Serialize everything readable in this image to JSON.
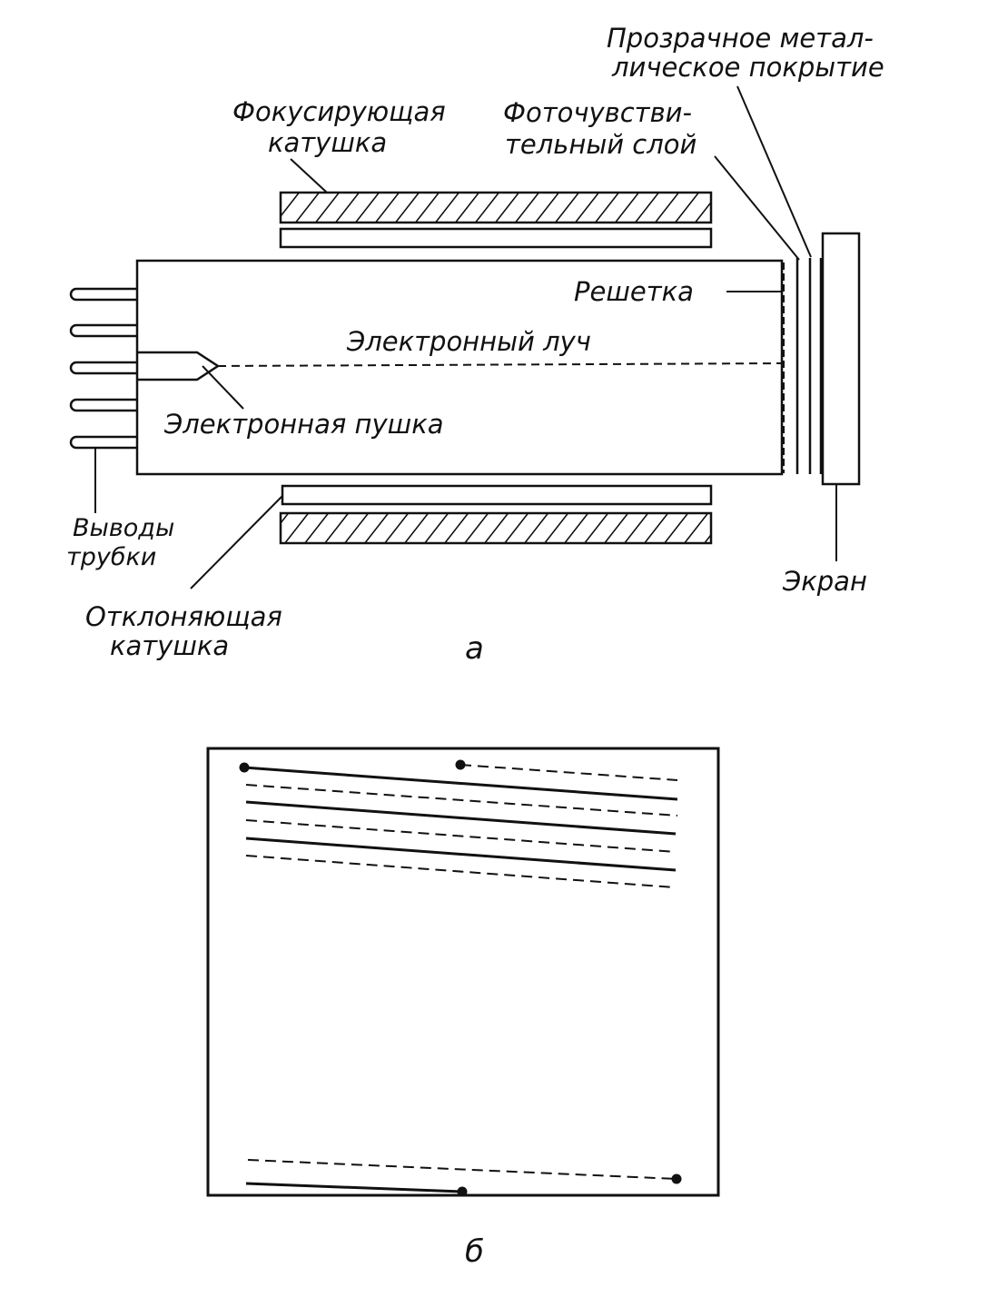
{
  "figure_a": {
    "caption": "а",
    "labels": {
      "focusing_coil": [
        "Фокусирующая",
        "катушка"
      ],
      "photosensitive_layer": [
        "Фоточувстви-",
        "тельный слой"
      ],
      "transparent_metal_coating": [
        "Прозрачное метал-",
        "лическое покрытие"
      ],
      "grid": "Решетка",
      "electron_beam": "Электронный луч",
      "electron_gun": "Электронная пушка",
      "tube_leads": [
        "Выводы",
        "трубки"
      ],
      "deflection_coil": [
        "Отклоняющая",
        "катушка"
      ],
      "screen": "Экран"
    }
  },
  "figure_b": {
    "caption": "б"
  },
  "colors": {
    "ink": "#111111",
    "paper": "#ffffff"
  }
}
